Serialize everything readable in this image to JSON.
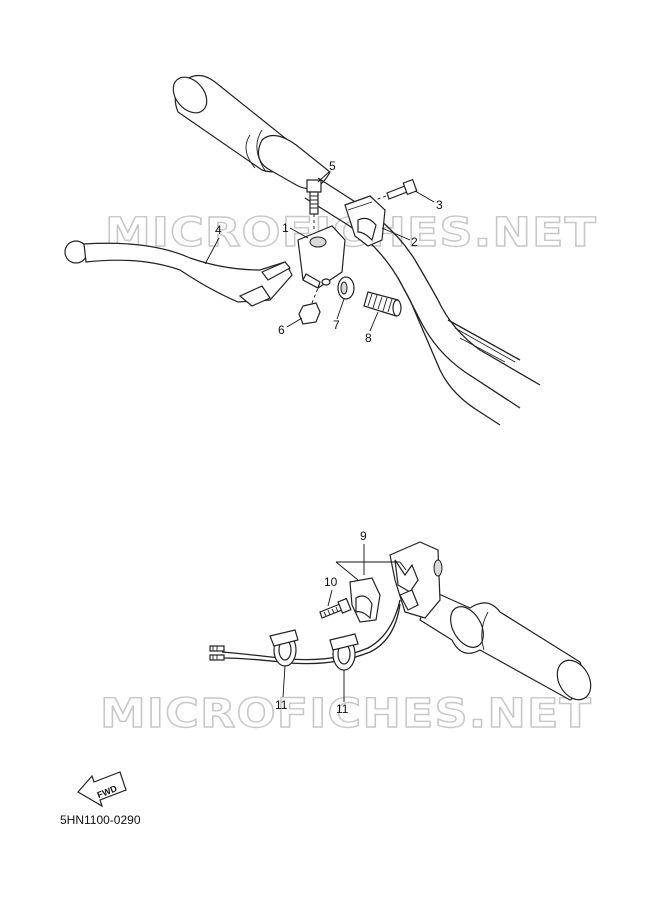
{
  "watermark_text": "MICROFICHES.NET",
  "callouts_top": [
    "1",
    "2",
    "3",
    "4",
    "5",
    "6",
    "7",
    "8"
  ],
  "callouts_bottom": [
    "9",
    "10",
    "11",
    "11"
  ],
  "fwd_label": "FWD",
  "diagram_code": "5HN1100-0290"
}
